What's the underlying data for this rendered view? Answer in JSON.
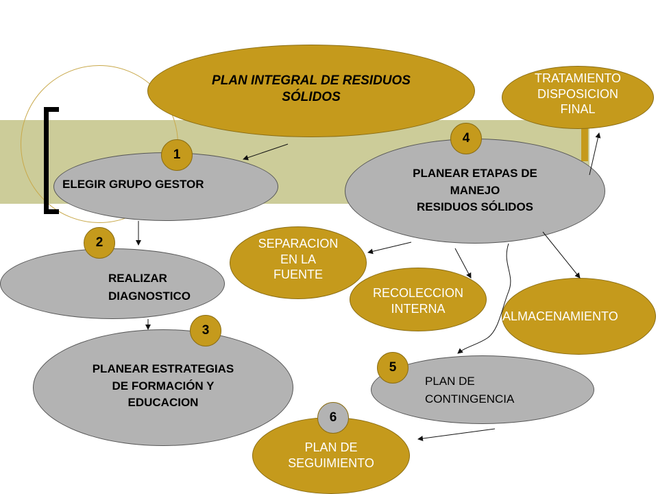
{
  "colors": {
    "gold": "#c59a1c",
    "gray": "#b3b3b3",
    "olive_band": "#cccc99",
    "ring": "#c8a84a",
    "arrow": "#111111"
  },
  "nodes": {
    "plan_integral": {
      "text": "PLAN INTEGRAL DE RESIDUOS\nSÓLIDOS"
    },
    "tratamiento": {
      "text": "TRATAMIENTO\nDISPOSICION\nFINAL"
    },
    "elegir": {
      "text": "ELEGIR GRUPO GESTOR"
    },
    "planear_etapas": {
      "text": "PLANEAR ETAPAS DE\nMANEJO\nRESIDUOS SÓLIDOS"
    },
    "separacion": {
      "text": "SEPARACION\nEN LA\nFUENTE"
    },
    "realizar": {
      "text": "REALIZAR\nDIAGNOSTICO"
    },
    "recoleccion": {
      "text": "RECOLECCION\nINTERNA"
    },
    "almacenamiento": {
      "text": "ALMACENAMIENTO"
    },
    "planear_estrategias": {
      "text": "PLANEAR ESTRATEGIAS\nDE FORMACIÓN Y\nEDUCACION"
    },
    "contingencia": {
      "text": "PLAN DE\nCONTINGENCIA"
    },
    "seguimiento": {
      "text": "PLAN DE\nSEGUIMIENTO"
    }
  },
  "badges": {
    "b1": "1",
    "b2": "2",
    "b3": "3",
    "b4": "4",
    "b5": "5",
    "b6": "6"
  }
}
